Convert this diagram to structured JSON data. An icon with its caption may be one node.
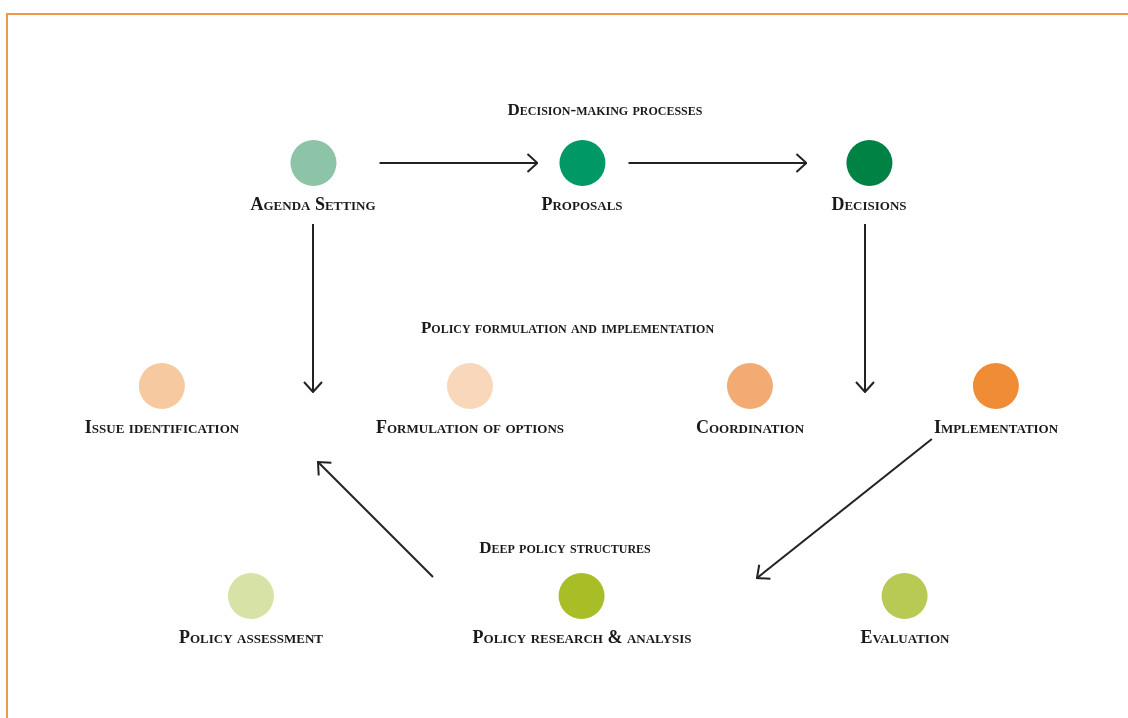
{
  "diagram": {
    "nodes": [
      {
        "text": [
          "Decision-making processes"
        ]
      },
      {
        "text": [
          "Agenda Setting"
        ],
        "in": 0
      },
      {
        "text": [
          "Proposals"
        ],
        "in": 0
      },
      {
        "text": [
          "Decisions"
        ],
        "in": 0
      },
      {
        "text": [
          "Policy formulation and implementation"
        ]
      },
      {
        "text": [
          "Issue identification"
        ],
        "in": 4
      },
      {
        "text": [
          "Formulation of options"
        ],
        "in": 4
      },
      {
        "text": [
          "Coordination"
        ],
        "in": 4
      },
      {
        "text": [
          "Implementation"
        ],
        "in": 4
      },
      {
        "text": [
          "Deep policy structures"
        ]
      },
      {
        "text": [
          "Policy assessment"
        ],
        "in": 9
      },
      {
        "text": [
          "Policy research & analysis"
        ],
        "in": 9
      },
      {
        "text": [
          "Evaluation"
        ],
        "in": 9
      }
    ],
    "edges": [
      {
        "from": 1,
        "to": 2,
        "arrow": "to"
      },
      {
        "from": 2,
        "to": 3,
        "arrow": "to"
      },
      {
        "from": 1,
        "to": 4,
        "arrow": "to"
      },
      {
        "from": 3,
        "to": 4,
        "arrow": "to"
      },
      {
        "from": 8,
        "to": 9,
        "arrow": "to"
      },
      {
        "from": 9,
        "to": 4,
        "arrow": "to"
      }
    ]
  }
}
